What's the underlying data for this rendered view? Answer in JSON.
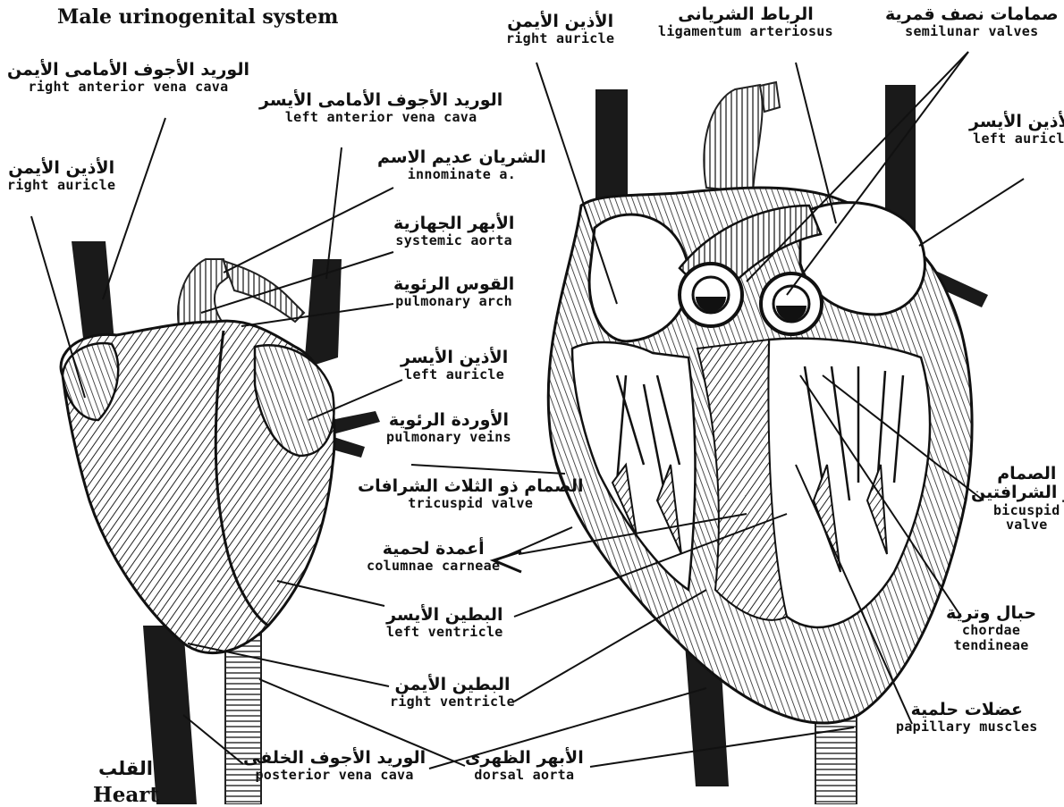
{
  "header": {
    "title_en": "Male urinogenital system"
  },
  "caption": {
    "ar": "القلب",
    "en": "Heart"
  },
  "labels": {
    "right_anterior_vena_cava": {
      "ar": "الوريد الأجوف الأمامى الأيمن",
      "en": "right anterior vena cava"
    },
    "left_anterior_vena_cava": {
      "ar": "الوريد الأجوف الأمامى الأيسر",
      "en": "left anterior vena cava"
    },
    "right_auricle_left": {
      "ar": "الأذين الأيمن",
      "en": "right auricle"
    },
    "innominate": {
      "ar": "الشريان عديم الاسم",
      "en": "innominate a."
    },
    "systemic_aorta": {
      "ar": "الأبهر الجهازية",
      "en": "systemic aorta"
    },
    "pulmonary_arch": {
      "ar": "القوس الرئوية",
      "en": "pulmonary arch"
    },
    "left_auricle_mid": {
      "ar": "الأذين الأيسر",
      "en": "left auricle"
    },
    "pulmonary_veins": {
      "ar": "الأوردة الرئوية",
      "en": "pulmonary veins"
    },
    "tricuspid": {
      "ar": "الصمام ذو الثلاث الشرافات",
      "en": "tricuspid valve"
    },
    "columnae": {
      "ar": "أعمدة لحمية",
      "en": "columnae carneae"
    },
    "left_ventricle": {
      "ar": "البطين الأيسر",
      "en": "left ventricle"
    },
    "right_ventricle": {
      "ar": "البطين الأيمن",
      "en": "right ventricle"
    },
    "posterior_vena_cava": {
      "ar": "الوريد الأجوف الخلفى",
      "en": "posterior vena cava"
    },
    "dorsal_aorta": {
      "ar": "الأبهر الظهرى",
      "en": "dorsal aorta"
    },
    "right_auricle_top": {
      "ar": "الأذين الأيمن",
      "en": "right auricle"
    },
    "ligamentum": {
      "ar": "الرباط الشريانى",
      "en": "ligamentum arteriosus"
    },
    "semilunar": {
      "ar": "صمامات نصف قمرية",
      "en": "semilunar valves"
    },
    "left_auricle_right": {
      "ar": "الأذين الأيسر",
      "en": "left auricle"
    },
    "bicuspid": {
      "ar1": "الصمام",
      "ar2": "ذو الشرافتين",
      "en1": "bicuspid",
      "en2": "valve"
    },
    "chordae": {
      "ar": "حبال وترية",
      "en1": "chordae",
      "en2": "tendineae"
    },
    "papillary": {
      "ar": "عضلات حلمية",
      "en": "papillary muscles"
    }
  }
}
